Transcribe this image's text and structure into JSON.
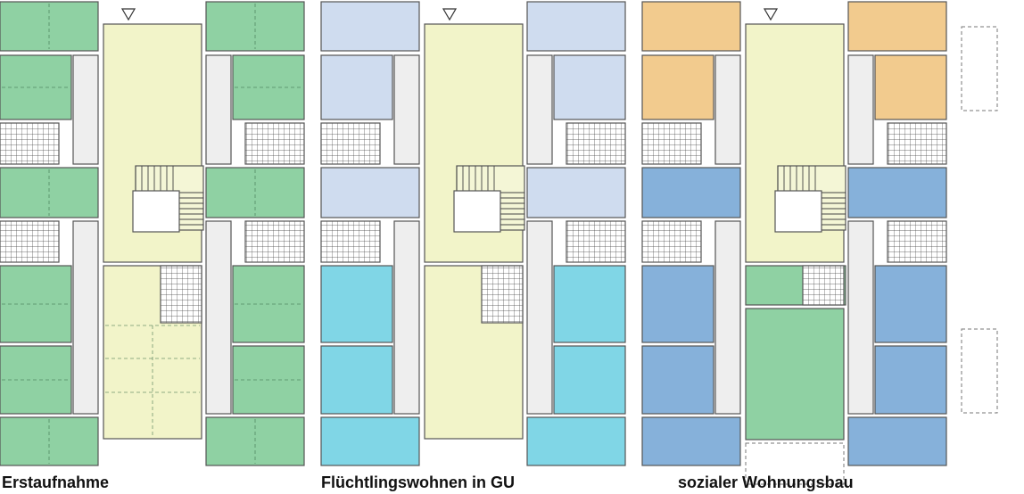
{
  "plans": [
    {
      "caption": "Erstaufnahme",
      "colors": {
        "top": "#8fd1a3",
        "mid": "#8fd1a3",
        "bottom": "#8fd1a3",
        "core_upper": "#f2f4c9",
        "core_lower": "#f2f4c9"
      }
    },
    {
      "caption": "Flüchtlingswohnen in GU",
      "colors": {
        "top": "#cfdcef",
        "mid": "#cfdcef",
        "bottom": "#80d6e6",
        "core_upper": "#f2f4c9",
        "core_lower": "#f2f4c9"
      }
    },
    {
      "caption": "sozialer Wohnungsbau",
      "colors": {
        "top": "#f2cb8e",
        "mid": "#86b1da",
        "bottom": "#86b1da",
        "core_upper": "#f2f4c9",
        "core_lower": "#8fd1a3"
      }
    }
  ],
  "entrance_icon": "triangle-down-icon",
  "palette": {
    "corridor": "#eeeeee",
    "stair_fill": "#f4f6d6",
    "outline": "#555555"
  }
}
